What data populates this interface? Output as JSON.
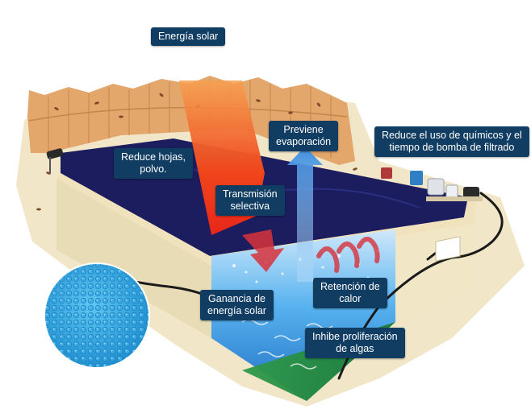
{
  "colors": {
    "label_bg": "#123d63",
    "label_text": "#ffffff",
    "cover": "#1c1d5e",
    "water": "#4aa6e6",
    "sun_beam": "#f04a1a",
    "heat_arrow": "#d8323c",
    "fence": "#e3a66b",
    "deck": "#efe2bd"
  },
  "labels": {
    "energia_solar": "Energía solar",
    "reduce_hojas": {
      "line1": "Reduce hojas,",
      "line2": "polvo."
    },
    "transmision": {
      "line1": "Transmisión",
      "line2": "selectiva"
    },
    "previene": {
      "line1": "Previene",
      "line2": "evaporación"
    },
    "reduce_quimicos": {
      "line1": "Reduce el uso de químicos y el",
      "line2": "tiempo de bomba de filtrado"
    },
    "retencion": {
      "line1": "Retención de",
      "line2": "calor"
    },
    "ganancia": {
      "line1": "Ganancia de",
      "line2": "energía solar"
    },
    "inhibe": {
      "line1": "Inhibe proliferación",
      "line2": "de algas"
    }
  }
}
